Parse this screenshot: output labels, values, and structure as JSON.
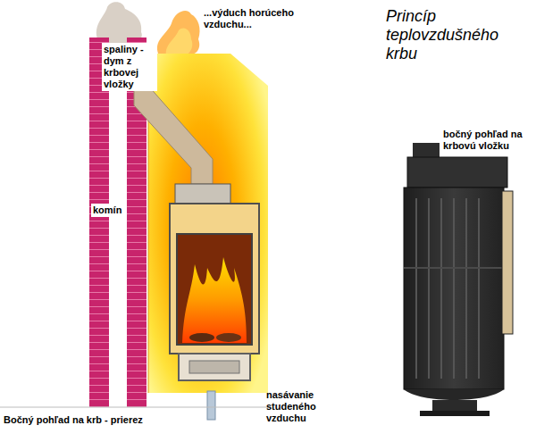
{
  "diagram": {
    "title": "Princíp teplovzdušného krbu",
    "labels": [
      "...výduch horúceho vzduchu...",
      "spaliny - dym z krbovej vložky",
      "komín",
      "nasávanie studeného vzduchu",
      "Bočný pohľad na krb - prierez",
      "bočný pohľad na krbovú vložku"
    ]
  }
}
